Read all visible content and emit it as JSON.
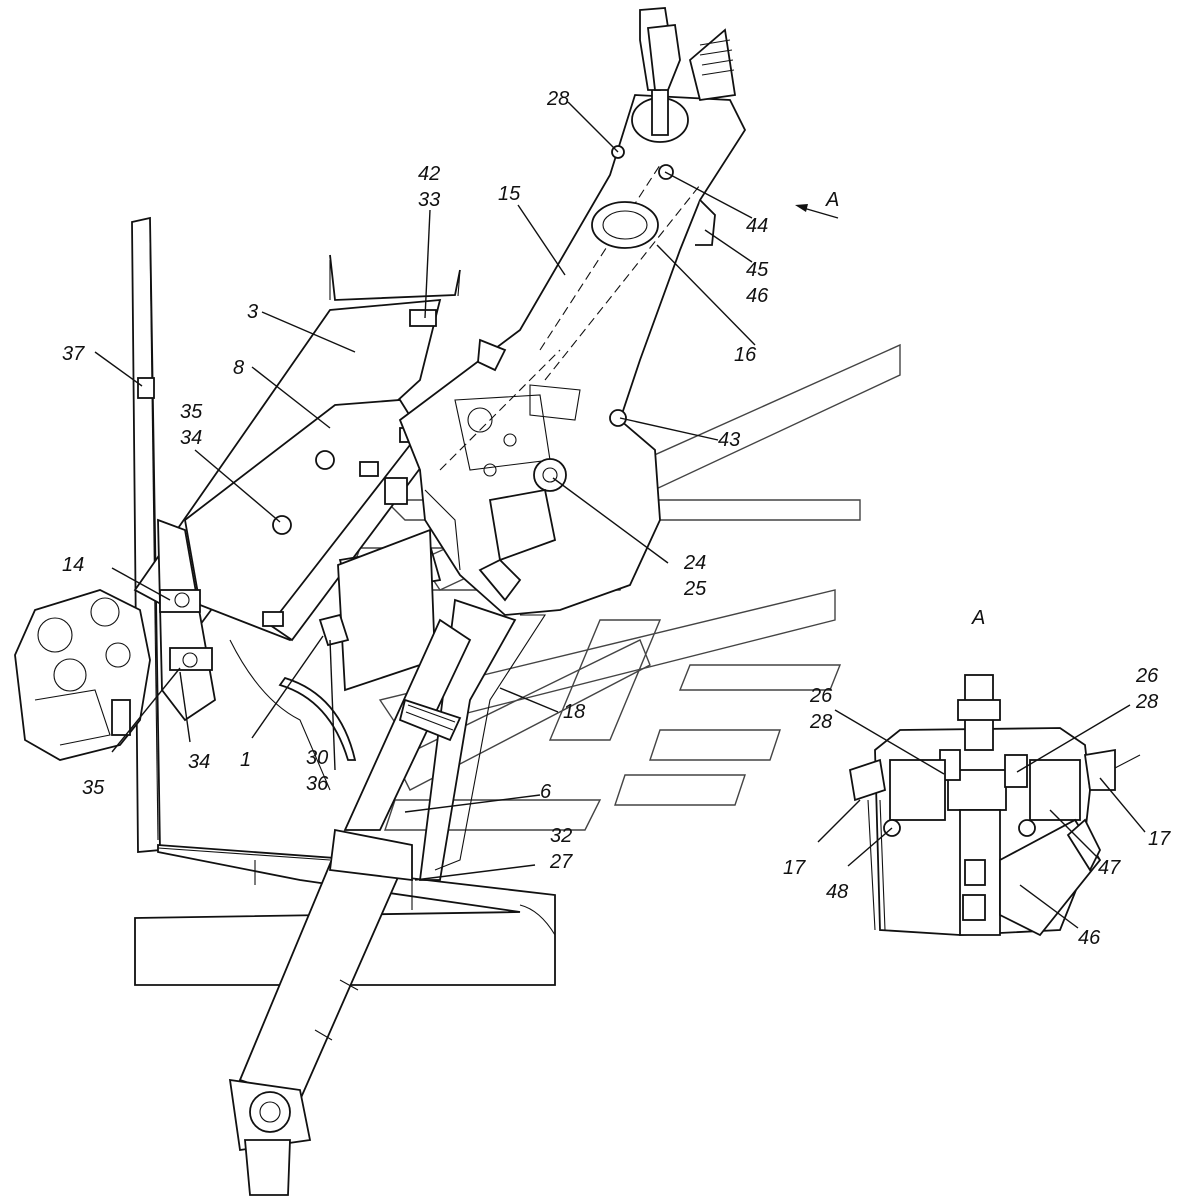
{
  "view_label": "A",
  "view_arrow_label": "A",
  "callouts": [
    {
      "id": "c28a",
      "lines": [
        "28"
      ]
    },
    {
      "id": "c4233",
      "lines": [
        "42",
        "33"
      ]
    },
    {
      "id": "c15",
      "lines": [
        "15"
      ]
    },
    {
      "id": "c44",
      "lines": [
        "44"
      ]
    },
    {
      "id": "c4546",
      "lines": [
        "45",
        "46"
      ]
    },
    {
      "id": "c16",
      "lines": [
        "16"
      ]
    },
    {
      "id": "c3",
      "lines": [
        "3"
      ]
    },
    {
      "id": "c37",
      "lines": [
        "37"
      ]
    },
    {
      "id": "c8",
      "lines": [
        "8"
      ]
    },
    {
      "id": "c3534a",
      "lines": [
        "35",
        "34"
      ]
    },
    {
      "id": "c43",
      "lines": [
        "43"
      ]
    },
    {
      "id": "c2425",
      "lines": [
        "24",
        "25"
      ]
    },
    {
      "id": "c14",
      "lines": [
        "14"
      ]
    },
    {
      "id": "c35b",
      "lines": [
        "35"
      ]
    },
    {
      "id": "c34b",
      "lines": [
        "34"
      ]
    },
    {
      "id": "c1",
      "lines": [
        "1"
      ]
    },
    {
      "id": "c3036",
      "lines": [
        "30",
        "36"
      ]
    },
    {
      "id": "c18",
      "lines": [
        "18"
      ]
    },
    {
      "id": "c6",
      "lines": [
        "6"
      ]
    },
    {
      "id": "c3227",
      "lines": [
        "32",
        "27"
      ]
    },
    {
      "id": "c2628a",
      "lines": [
        "26",
        "28"
      ]
    },
    {
      "id": "c2628b",
      "lines": [
        "26",
        "28"
      ]
    },
    {
      "id": "c17a",
      "lines": [
        "17"
      ]
    },
    {
      "id": "c48",
      "lines": [
        "48"
      ]
    },
    {
      "id": "c47",
      "lines": [
        "47"
      ]
    },
    {
      "id": "c17b",
      "lines": [
        "17"
      ]
    },
    {
      "id": "c46",
      "lines": [
        "46"
      ]
    }
  ]
}
